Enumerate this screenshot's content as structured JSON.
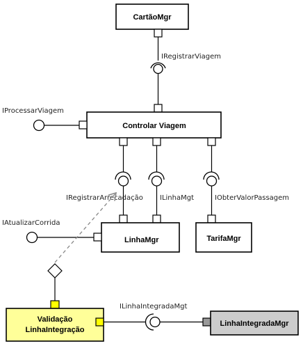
{
  "colors": {
    "highlight_component": "#ffff99",
    "highlight_port": "#ffff00",
    "external_component": "#cccccc",
    "external_port": "#999999",
    "dependency": "#888888"
  },
  "components": {
    "cartao_mgr": "CartãoMgr",
    "controlar_viagem": "Controlar Viagem",
    "linha_mgr": "LinhaMgr",
    "tarifa_mgr": "TarifaMgr",
    "validacao_line1": "Validação",
    "validacao_line2": "LinhaIntegração",
    "linha_integrada_mgr": "LinhaIntegradaMgr"
  },
  "interfaces": {
    "registrar_viagem": "IRegistrarViagem",
    "processar_viagem": "IProcessarViagem",
    "registrar_arrecadacao": "IRegistrarArrecadação",
    "linha_mgt": "ILinhaMgt",
    "obter_valor_passagem": "IObterValorPassagem",
    "atualizar_corrida": "IAtualizarCorrida",
    "linha_integrada_mgt": "ILinhaIntegradaMgt"
  }
}
